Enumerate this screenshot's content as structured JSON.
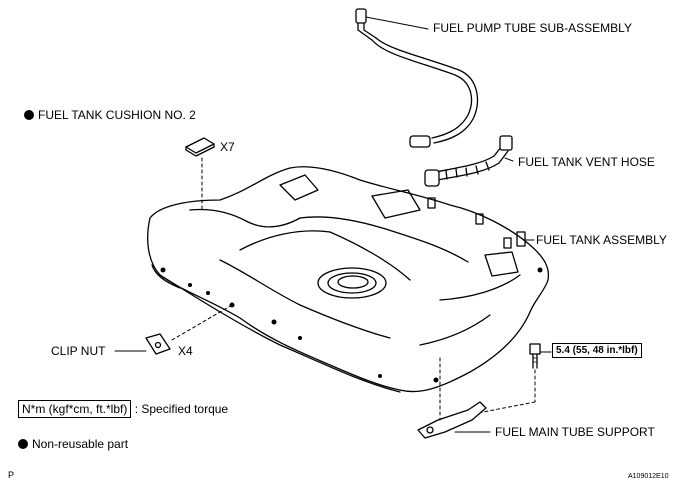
{
  "labels": {
    "fuel_pump_tube": "FUEL PUMP TUBE SUB-ASSEMBLY",
    "fuel_tank_cushion": "FUEL TANK CUSHION NO. 2",
    "cushion_qty": "X7",
    "fuel_tank_vent_hose": "FUEL TANK VENT HOSE",
    "fuel_tank_assembly": "FUEL TANK ASSEMBLY",
    "clip_nut": "CLIP NUT",
    "clip_nut_qty": "X4",
    "torque_value": "5.4 (55, 48 in.*lbf)",
    "fuel_main_tube_support": "FUEL MAIN TUBE SUPPORT"
  },
  "legend": {
    "torque_unit": "N*m (kgf*cm, ft.*lbf)",
    "torque_desc": ": Specified torque",
    "non_reusable": "Non-reusable part"
  },
  "corner_letter": "P",
  "figure_id": "A109012E10"
}
